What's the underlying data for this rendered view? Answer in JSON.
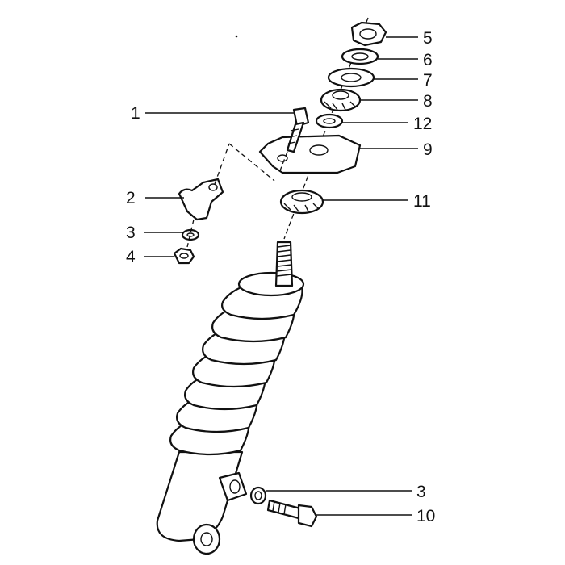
{
  "callouts": {
    "c1": "1",
    "c2": "2",
    "c3a": "3",
    "c4": "4",
    "c5": "5",
    "c6": "6",
    "c7": "7",
    "c8": "8",
    "c9": "9",
    "c10": "10",
    "c11": "11",
    "c12": "12",
    "c3b": "3"
  }
}
